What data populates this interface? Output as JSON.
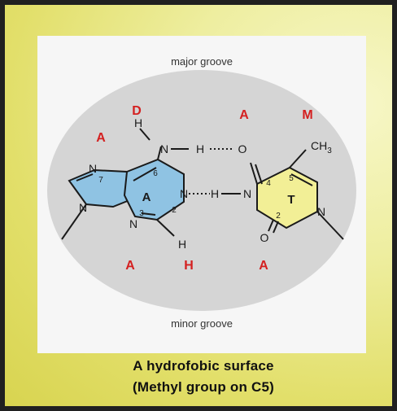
{
  "diagram": {
    "top_label": "major groove",
    "bottom_label": "minor groove",
    "groove_letters": {
      "major_d": "D",
      "major_a1": "A",
      "major_a2": "A",
      "major_m": "M",
      "minor_a1": "A",
      "minor_h": "H",
      "minor_a2": "A"
    },
    "adenine": {
      "ring_label": "A",
      "n7": "N",
      "n9": "N",
      "n1": "N",
      "n3": "N",
      "num_7": "7",
      "num_6": "6",
      "num_2": "2",
      "num_3": "3",
      "amino_h": "H",
      "amino_n": "N",
      "c2_h": "H"
    },
    "thymine": {
      "ring_label": "T",
      "ch3": "CH",
      "ch3_sub": "3",
      "o4": "O",
      "o2": "O",
      "n3": "N",
      "n1": "N",
      "num_4": "4",
      "num_5": "5",
      "num_2": "2"
    },
    "hbonds": {
      "h_top": "H",
      "h_mid": "H"
    },
    "colors": {
      "adenine_fill": "#8fc3e3",
      "thymine_fill": "#f2ef96",
      "ellipse_fill": "#d5d5d5",
      "groove_letter": "#d42020"
    }
  },
  "caption": {
    "line1": "A hydrofobic surface",
    "line2": "(Methyl group on C5)"
  }
}
